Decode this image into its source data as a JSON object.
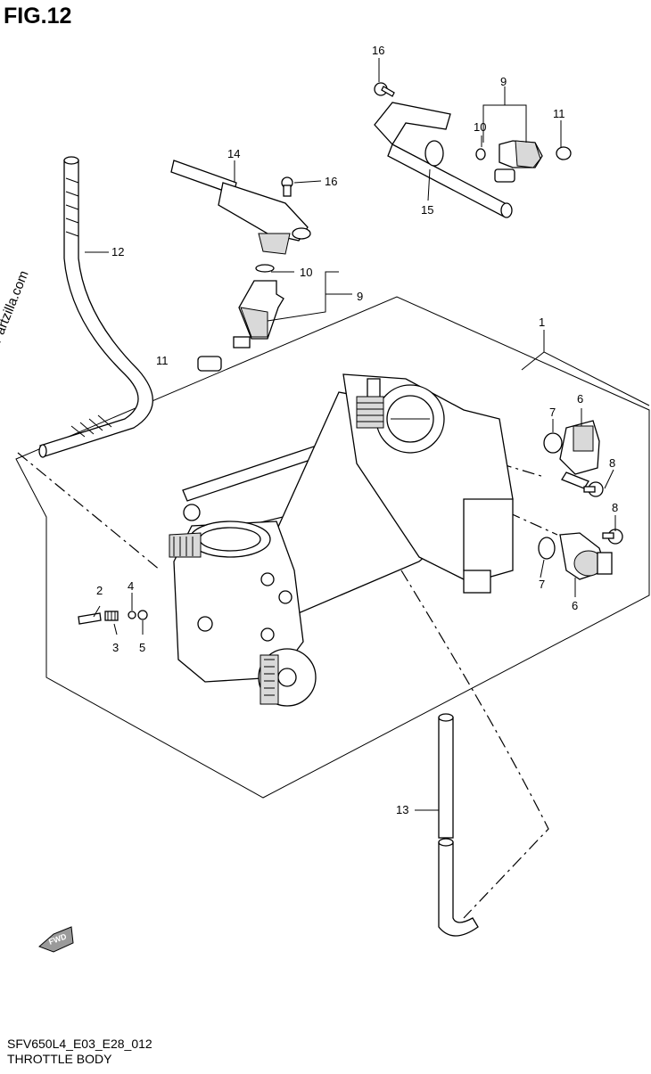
{
  "figure_title": "FIG.12",
  "model_code": "SFV650L4_E03_E28_012",
  "section_title": "THROTTLE BODY",
  "watermark": "© Partzilla.com",
  "fwd_label": "FWD",
  "callouts": [
    "1",
    "2",
    "3",
    "4",
    "5",
    "6",
    "6",
    "7",
    "7",
    "8",
    "8",
    "9",
    "9",
    "10",
    "10",
    "11",
    "11",
    "12",
    "13",
    "14",
    "15",
    "16",
    "16"
  ]
}
